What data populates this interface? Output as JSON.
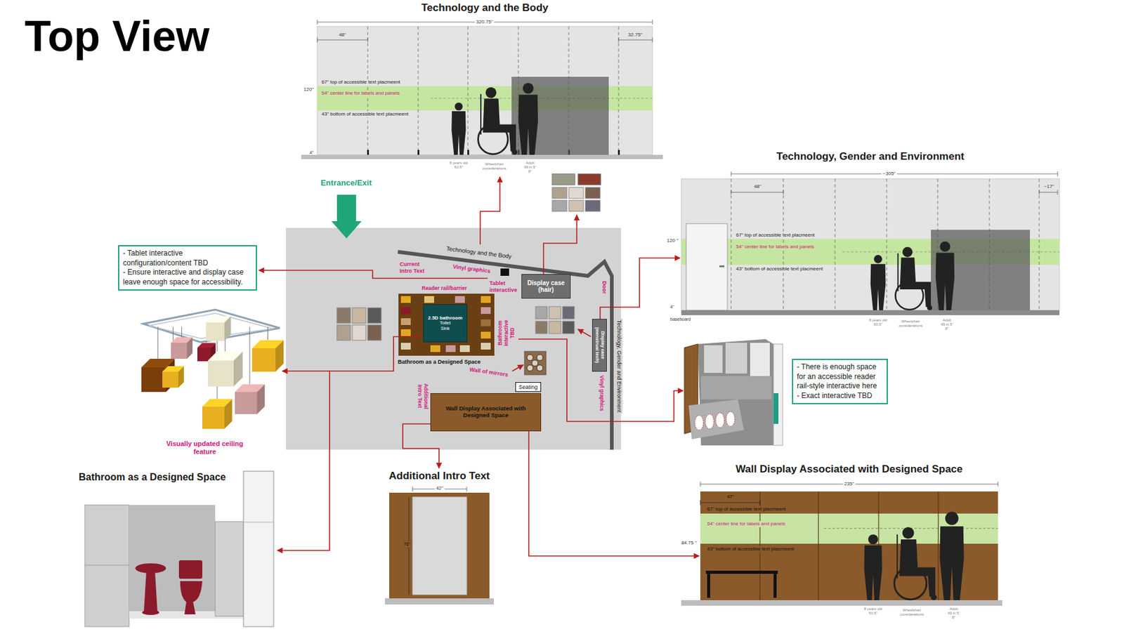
{
  "diagram": {
    "title": "Top View",
    "nodes": [
      {
        "text": [
          "Technology and the Body"
        ]
      },
      {
        "text": [
          "Technology, Gender and Environment"
        ]
      },
      {
        "text": [
          "- Tablet interactive configuration/content TBD",
          "- Ensure interactive and display case leave enough space for accessibility."
        ]
      },
      {
        "text": [
          "Display case (hair)"
        ]
      },
      {
        "text": [
          "2.5D bathroom",
          "Toilet",
          "Sink"
        ]
      },
      {
        "text": [
          "Display case (menstrual tech)"
        ]
      },
      {
        "text": [
          "Wall Display Associated with Designed Space"
        ]
      },
      {
        "text": [
          "Seating"
        ]
      },
      {
        "text": [
          "- There is enough space for an accessible reader rail-style interactive here",
          "- Exact interactive TBD"
        ]
      },
      {
        "text": [
          "Bathroom as a Designed Space"
        ]
      },
      {
        "text": [
          "Additional Intro Text"
        ]
      },
      {
        "text": [
          "Wall Display Associated with Designed Space"
        ]
      }
    ],
    "edges": [
      {
        "from": 4,
        "to": 9,
        "arrow": "to"
      },
      {
        "from": 6,
        "to": 11,
        "arrow": "to"
      },
      {
        "from": 6,
        "to": 10,
        "arrow": "to"
      },
      {
        "from": 5,
        "to": 1,
        "arrow": "to"
      }
    ],
    "labels": [
      "Entrance/Exit",
      "Technology and the Body",
      "Current Intro Text",
      "Vinyl graphics",
      "Tablet interactive",
      "Door",
      "Technology, Gender and Environment",
      "Reader rail/barrier",
      "Bathroom as a Designed Space",
      "Bathroom interactive TBD",
      "Wall of mirrors",
      "Additional Intro Text",
      "Vinyl graphics",
      "Visually updated ceiling feature",
      "320.75\"",
      "48\"",
      "32.75\"",
      "120\"",
      "67\" top of accessible text placmeent",
      "54\" center line for labels and panels",
      "43\" bottom of accessible text placmeent",
      "4\"",
      "8 years old 50.5\"",
      "Wheelchair considerations",
      "Adult 69 in 5' 8\"",
      "~305\"",
      "48\"",
      "~17\"",
      "120 \"",
      "67\" top of accessible text placmeent",
      "54\" center line for labels and panels",
      "43\" bottom of accessible text placmeent",
      "4\"",
      "baseboard",
      "8 years old 50.5\"",
      "Wheelchair considerations",
      "Adult 69 in 5' 8\"",
      "235\"",
      "47\"",
      "84.75 \"",
      "67\" top of accessible text placmeent",
      "54\" center line for labels and panels",
      "43\" bottom of accessible text placmeent",
      "8 years old 50.5\"",
      "Wheelchair considerations",
      "Adult 69 in 5' 8\"",
      "42\"",
      "76\""
    ]
  }
}
